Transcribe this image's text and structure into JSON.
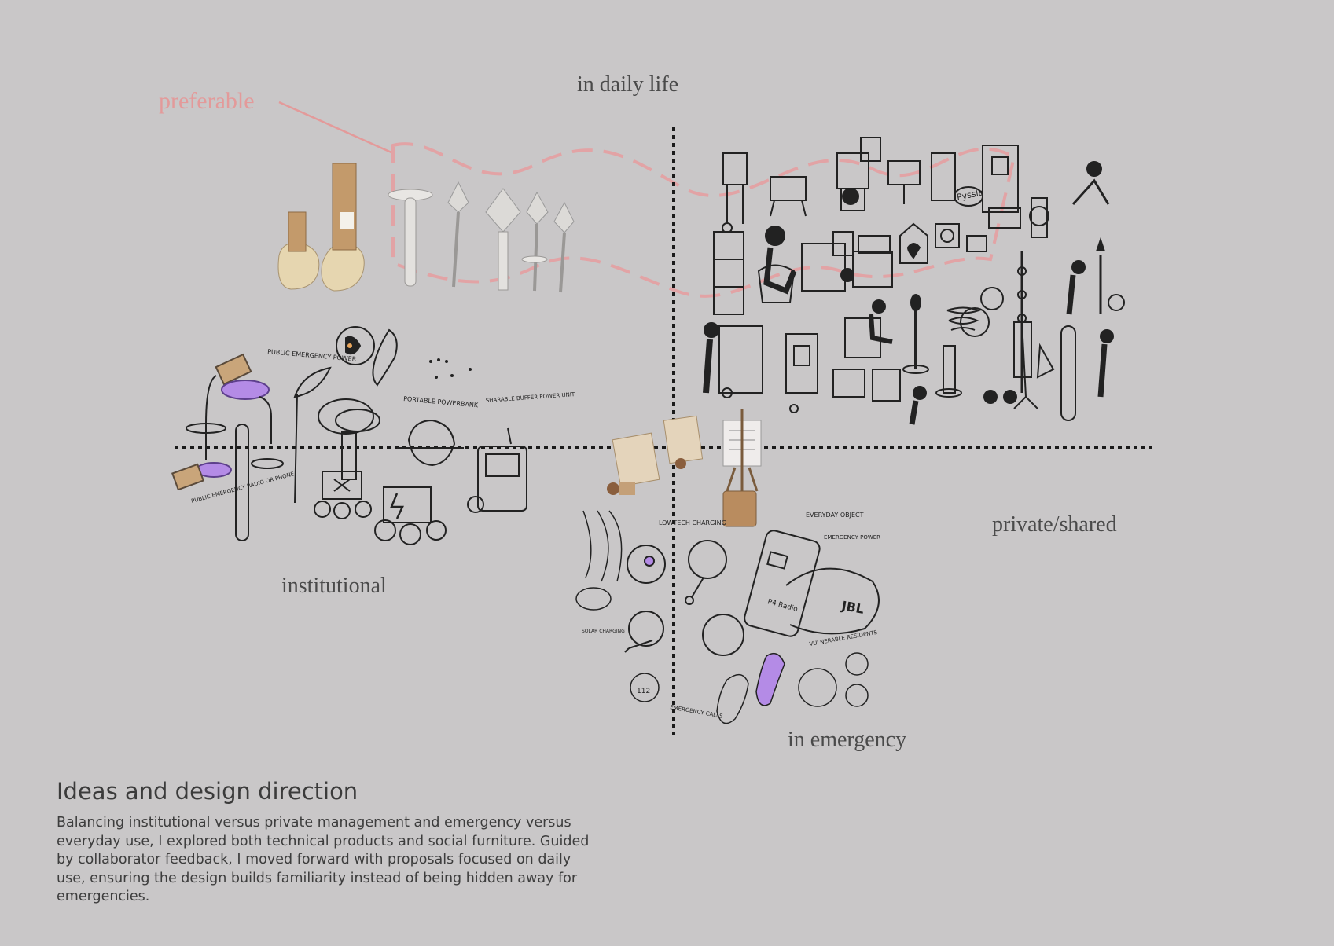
{
  "axes": {
    "top": "in daily life",
    "right": "private/shared",
    "left": "institutional",
    "bottom": "in emergency"
  },
  "highlight": {
    "label": "preferable",
    "color": "#e39a9a"
  },
  "sketch_notes": {
    "public_emergency_power": "PUBLIC EMERGENCY POWER",
    "portable_powerbank": "PORTABLE POWERBANK",
    "sharable_buffer_power_unit": "SHARABLE BUFFER POWER UNIT",
    "public_emergency_radio": "PUBLIC EMERGENCY RADIO OR PHONE",
    "lowtech_charging": "LOWTECH CHARGING",
    "everyday_object": "EVERYDAY OBJECT",
    "emergency_power": "EMERGENCY POWER",
    "p4_radio": "P4 Radio",
    "jbl": "JBL",
    "vulnerable_residents": "VULNERABLE RESIDENTS",
    "solar_charging": "SOLAR CHARGING",
    "emergency_calls": "EMERGENCY CALLS",
    "call_112": "112",
    "pyssla": "Pyssla"
  },
  "caption": {
    "title": "Ideas and design direction",
    "body": "Balancing institutional versus private management and emergency versus everyday use, I explored both technical products and social furniture. Guided by collaborator feedback, I moved forward with proposals focused on daily use, ensuring the design builds familiarity instead of being hidden away for emergencies."
  },
  "colors": {
    "background": "#c9c7c8",
    "axis": "#1a1a1a",
    "sketch": "#222222",
    "accent_purple": "#b48be6",
    "wood": "#d8b88a"
  }
}
